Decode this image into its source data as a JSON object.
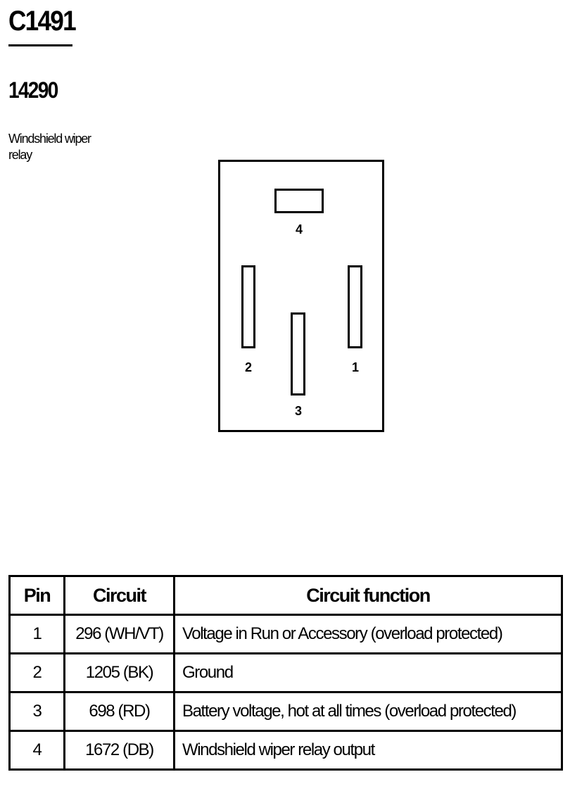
{
  "header": {
    "connector_id": "C1491",
    "part_number": "14290",
    "description_line1": "Windshield wiper",
    "description_line2": "relay"
  },
  "connector_diagram": {
    "pin_labels": {
      "pin4": "4",
      "pin2": "2",
      "pin3": "3",
      "pin1": "1"
    }
  },
  "table": {
    "headers": [
      "Pin",
      "Circuit",
      "Circuit function"
    ],
    "rows": [
      {
        "pin": "1",
        "circuit": "296 (WH/VT)",
        "function": "Voltage in Run or Accessory (overload protected)"
      },
      {
        "pin": "2",
        "circuit": "1205 (BK)",
        "function": "Ground"
      },
      {
        "pin": "3",
        "circuit": "698 (RD)",
        "function": "Battery voltage, hot at all times (overload protected)"
      },
      {
        "pin": "4",
        "circuit": "1672 (DB)",
        "function": "Windshield wiper relay output"
      }
    ]
  }
}
